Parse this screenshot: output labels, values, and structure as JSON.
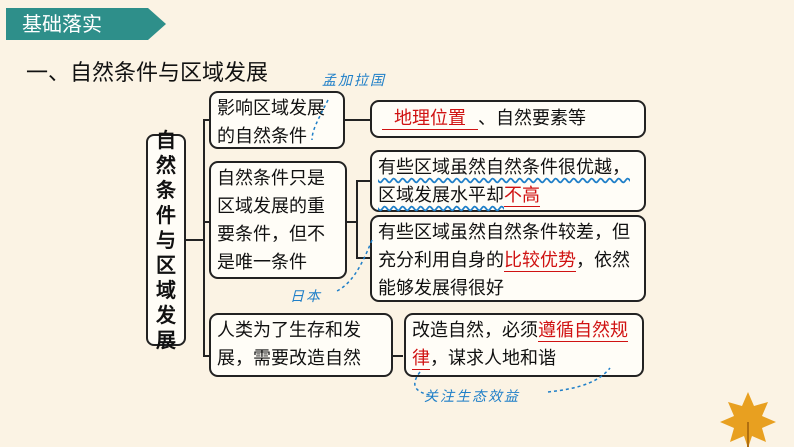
{
  "header": {
    "section_title": "基础落实"
  },
  "subtitle": "一、自然条件与区域发展",
  "root": [
    "自",
    "然",
    "条",
    "件",
    "与",
    "区",
    "域",
    "发",
    "展"
  ],
  "branch1": {
    "node": "影响区域发展的自然条件",
    "leaf_answer": "地理位置",
    "leaf_rest": "、自然要素等",
    "handwriting": "孟加拉国"
  },
  "branch2": {
    "node": "自然条件只是区域发展的重要条件，但不是唯一条件",
    "leaf1_text": "有些区域虽然自然条件很优越，区域发展水平却",
    "leaf1_answer": "不高",
    "leaf2_text_a": "有些区域虽然自然条件较差，但充分利用自身的",
    "leaf2_answer": "比较优势",
    "leaf2_text_b": "，依然能够发展得很好",
    "handwriting": "日本"
  },
  "branch3": {
    "node": "人类为了生存和发展，需要改造自然",
    "leaf_text_a": "改造自然，必须",
    "leaf_answer": "遵循自然规律",
    "leaf_text_b": "，谋求人地和谐",
    "handwriting": "关注生态效益"
  },
  "colors": {
    "header_bg": "#2e8f8a",
    "answer": "#d01212",
    "handwriting": "#1f7fc8",
    "leaf_icon": "#e8a020"
  }
}
